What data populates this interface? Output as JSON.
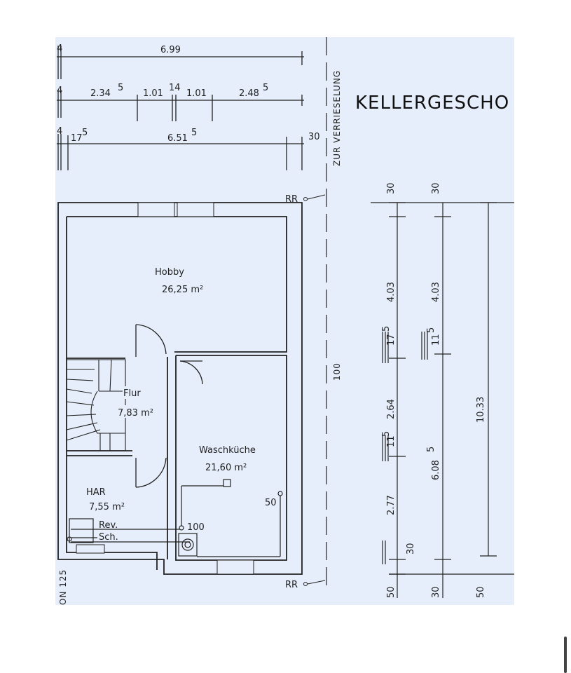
{
  "title": "KELLERGESCHO",
  "side_label": "ZUR VERRIESELUNG",
  "corner_label": "ON 125",
  "rr_label": "RR",
  "top_dims": {
    "row1": {
      "start": "4",
      "total": "6.99"
    },
    "row2": {
      "start": "4",
      "a": "2.34",
      "a_sup": "5",
      "b": "1.01",
      "c": "14",
      "d": "1.01",
      "e": "2.48",
      "e_sup": "5"
    },
    "row3": {
      "start": "4",
      "a": "17",
      "a_sup": "5",
      "b": "6.51",
      "b_sup": "5",
      "c": "30"
    }
  },
  "rooms": {
    "hobby": {
      "name": "Hobby",
      "area": "26,25 m²"
    },
    "flur": {
      "name": "Flur",
      "area": "7,83 m²"
    },
    "waschkueche": {
      "name": "Waschküche",
      "area": "21,60 m²"
    },
    "har": {
      "name": "HAR",
      "area": "7,55 m²"
    }
  },
  "labels": {
    "rev": "Rev.",
    "sch": "Sch.",
    "p100": "100",
    "p50": "50",
    "mid100": "100"
  },
  "right_dims": {
    "col1": {
      "top": "30",
      "a": "4.03",
      "b": "17",
      "b_sup": "5",
      "c": "2.64",
      "d": "11",
      "d_sup": "5",
      "e": "2.77",
      "f": "30",
      "bottom": "50"
    },
    "col2": {
      "top": "30",
      "a": "4.03",
      "b": "11",
      "b_sup": "5",
      "c": "6.08",
      "c_sup": "5",
      "bottom": "30"
    },
    "col3": {
      "total": "10.33",
      "bottom": "50"
    }
  },
  "colors": {
    "sheet": "#e6eefb",
    "ink": "#222222"
  }
}
